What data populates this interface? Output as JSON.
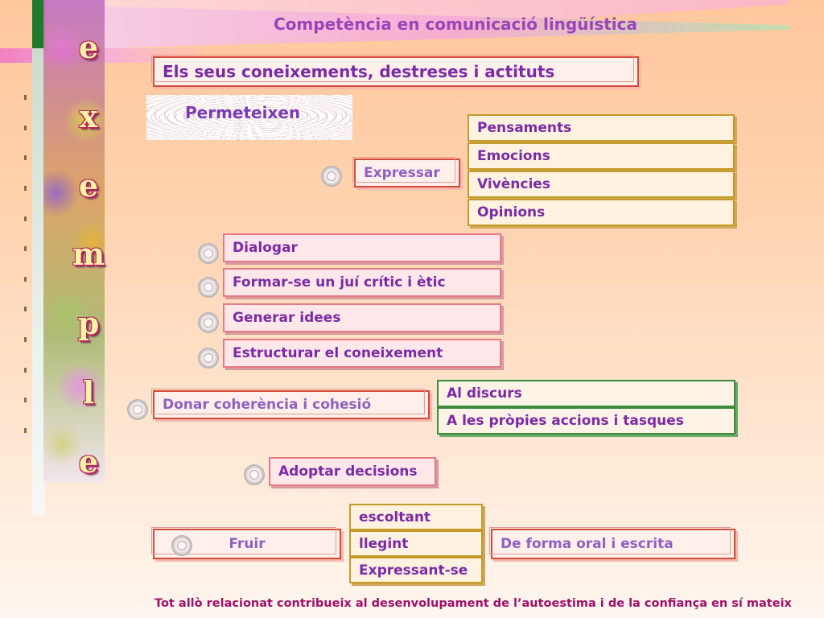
{
  "title": "Competència en comunicació lingüística",
  "side_word_letters": [
    "e",
    "x",
    "e",
    "m",
    "p",
    "l",
    "e"
  ],
  "headline": "Els seus coneixements, destreses i actituts",
  "permeteixen": "Permeteixen",
  "expressar": {
    "label": "Expressar",
    "items": [
      "Pensaments",
      "Emocions",
      "Vivències",
      "Opinions"
    ]
  },
  "actions": [
    "Dialogar",
    "Formar-se un juí crític i ètic",
    "Generar idees",
    "Estructurar el coneixement"
  ],
  "coherencia": {
    "label": "Donar coherència i cohesió",
    "items": [
      "Al discurs",
      "A les pròpies accions i tasques"
    ]
  },
  "adoptar": "Adoptar decisions",
  "fruir": {
    "label": "Fruir",
    "items": [
      "escoltant",
      "llegint",
      "Expressant-se"
    ],
    "mode": "De forma oral i escrita"
  },
  "footer": "Tot allò relacionat contribueix al desenvolupament de l’autoestima i de la confiança en sí mateix",
  "colors": {
    "title": "#9a44b8",
    "red_border": "#d54a3a",
    "gold_border": "#c49a2a",
    "green_border": "#3c8a3c",
    "footer": "#a0106a"
  }
}
